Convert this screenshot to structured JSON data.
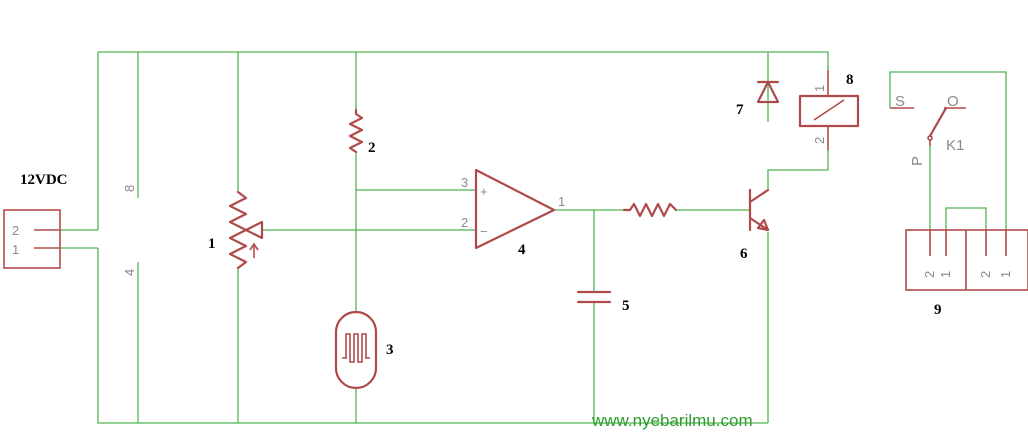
{
  "colors": {
    "wire": "#52b552",
    "component": "#b04a4a",
    "pin_text": "#8a8a8a",
    "label": "#000000",
    "watermark": "#2e9c2e"
  },
  "power_connector": {
    "label": "12VDC",
    "pins": [
      "2",
      "1"
    ]
  },
  "ic_power_pins": [
    "8",
    "4"
  ],
  "callouts": {
    "potentiometer": "1",
    "resistor": "2",
    "ldr": "3",
    "opamp": "4",
    "capacitor": "5",
    "transistor": "6",
    "diode": "7",
    "relay": "8",
    "output_connectors": "9"
  },
  "opamp": {
    "pin_noninverting": "3",
    "pin_inverting": "2",
    "pin_output": "1",
    "plus_sign": "+",
    "minus_sign": "−"
  },
  "relay": {
    "coil_pins": [
      "1",
      "2"
    ],
    "contact_labels": [
      "S",
      "O",
      "P"
    ],
    "name": "K1"
  },
  "output_terminals": {
    "left_pins": [
      "2",
      "1"
    ],
    "right_pins": [
      "2",
      "1"
    ]
  },
  "watermark": "www.nyebarilmu.com"
}
